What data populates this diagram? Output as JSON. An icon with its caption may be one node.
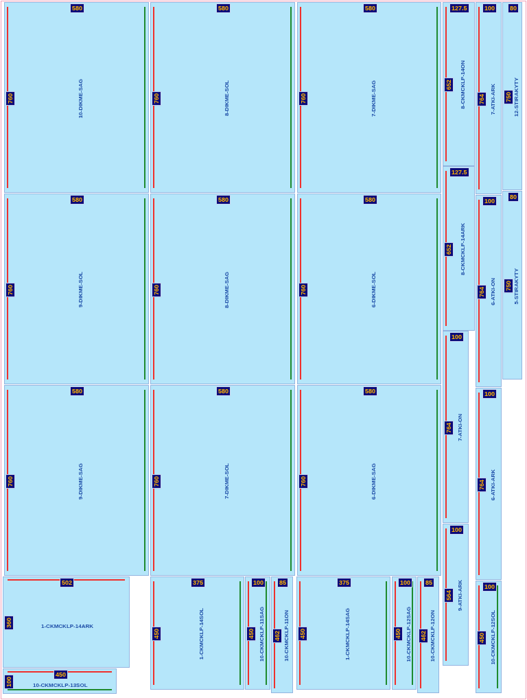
{
  "diagram": {
    "nodes": [
      {
        "text": [
          "580",
          "760",
          "10-DIKME-SAG"
        ]
      },
      {
        "text": [
          "580",
          "760",
          "8-DIKME-SOL"
        ]
      },
      {
        "text": [
          "580",
          "760",
          "7-DIKME-SAG"
        ]
      },
      {
        "text": [
          "127.5",
          "652",
          "8-CKMCKLP-14ON"
        ]
      },
      {
        "text": [
          "100",
          "764",
          "7-ATKI-ARK"
        ]
      },
      {
        "text": [
          "80",
          "750",
          "12-STIRAKYTY"
        ]
      },
      {
        "text": [
          "127.5",
          "652",
          "8-CKMCKLP-14ARK"
        ]
      },
      {
        "text": [
          "80",
          "750",
          "5-STIRAKYTY"
        ]
      },
      {
        "text": [
          "580",
          "760",
          "9-DIKME-SOL"
        ]
      },
      {
        "text": [
          "580",
          "760",
          "8-DIKME-SAG"
        ]
      },
      {
        "text": [
          "580",
          "760",
          "6-DIKME-SOL"
        ]
      },
      {
        "text": [
          "100",
          "764",
          "6-ATKI-ON"
        ]
      },
      {
        "text": [
          "100",
          "764",
          "7-ATKI-ON"
        ]
      },
      {
        "text": [
          "580",
          "760",
          "9-DIKME-SAG"
        ]
      },
      {
        "text": [
          "580",
          "760",
          "7-DIKME-SOL"
        ]
      },
      {
        "text": [
          "580",
          "760",
          "6-DIKME-SAG"
        ]
      },
      {
        "text": [
          "100",
          "764",
          "6-ATKI-ARK"
        ]
      },
      {
        "text": [
          "100",
          "564",
          "9-ATKI-ARK"
        ]
      },
      {
        "text": [
          "502",
          "360",
          "1-CKMCKLP-14ARK"
        ]
      },
      {
        "text": [
          "375",
          "450",
          "1-CKMCKLP-14SOL"
        ]
      },
      {
        "text": [
          "100",
          "450",
          "10-CKMCKLP-11SAG"
        ]
      },
      {
        "text": [
          "85",
          "462",
          "10-CKMCKLP-11ON"
        ]
      },
      {
        "text": [
          "375",
          "450",
          "1-CKMCKLP-14SAG"
        ]
      },
      {
        "text": [
          "100",
          "450",
          "10-CKMCKLP-12SAG"
        ]
      },
      {
        "text": [
          "85",
          "462",
          "10-CKMCKLP-12ON"
        ]
      },
      {
        "text": [
          "100",
          "450",
          "10-CKMCKLP-12SOL"
        ]
      },
      {
        "text": [
          "450",
          "100",
          "10-CKMCKLP-13SOL"
        ]
      }
    ]
  }
}
